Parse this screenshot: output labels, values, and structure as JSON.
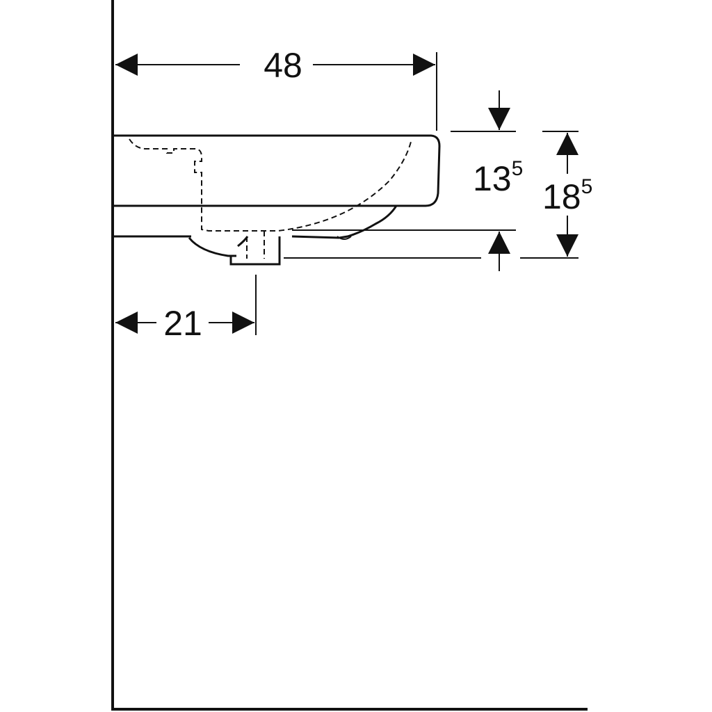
{
  "diagram": {
    "type": "technical-dimension-drawing",
    "colors": {
      "stroke": "#111111",
      "background": "#ffffff"
    },
    "dimensions": {
      "width": {
        "label": "48"
      },
      "drain_offset": {
        "label": "21"
      },
      "bowl_height": {
        "main": "13",
        "sup": "5"
      },
      "total_height": {
        "main": "18",
        "sup": "5"
      }
    }
  }
}
